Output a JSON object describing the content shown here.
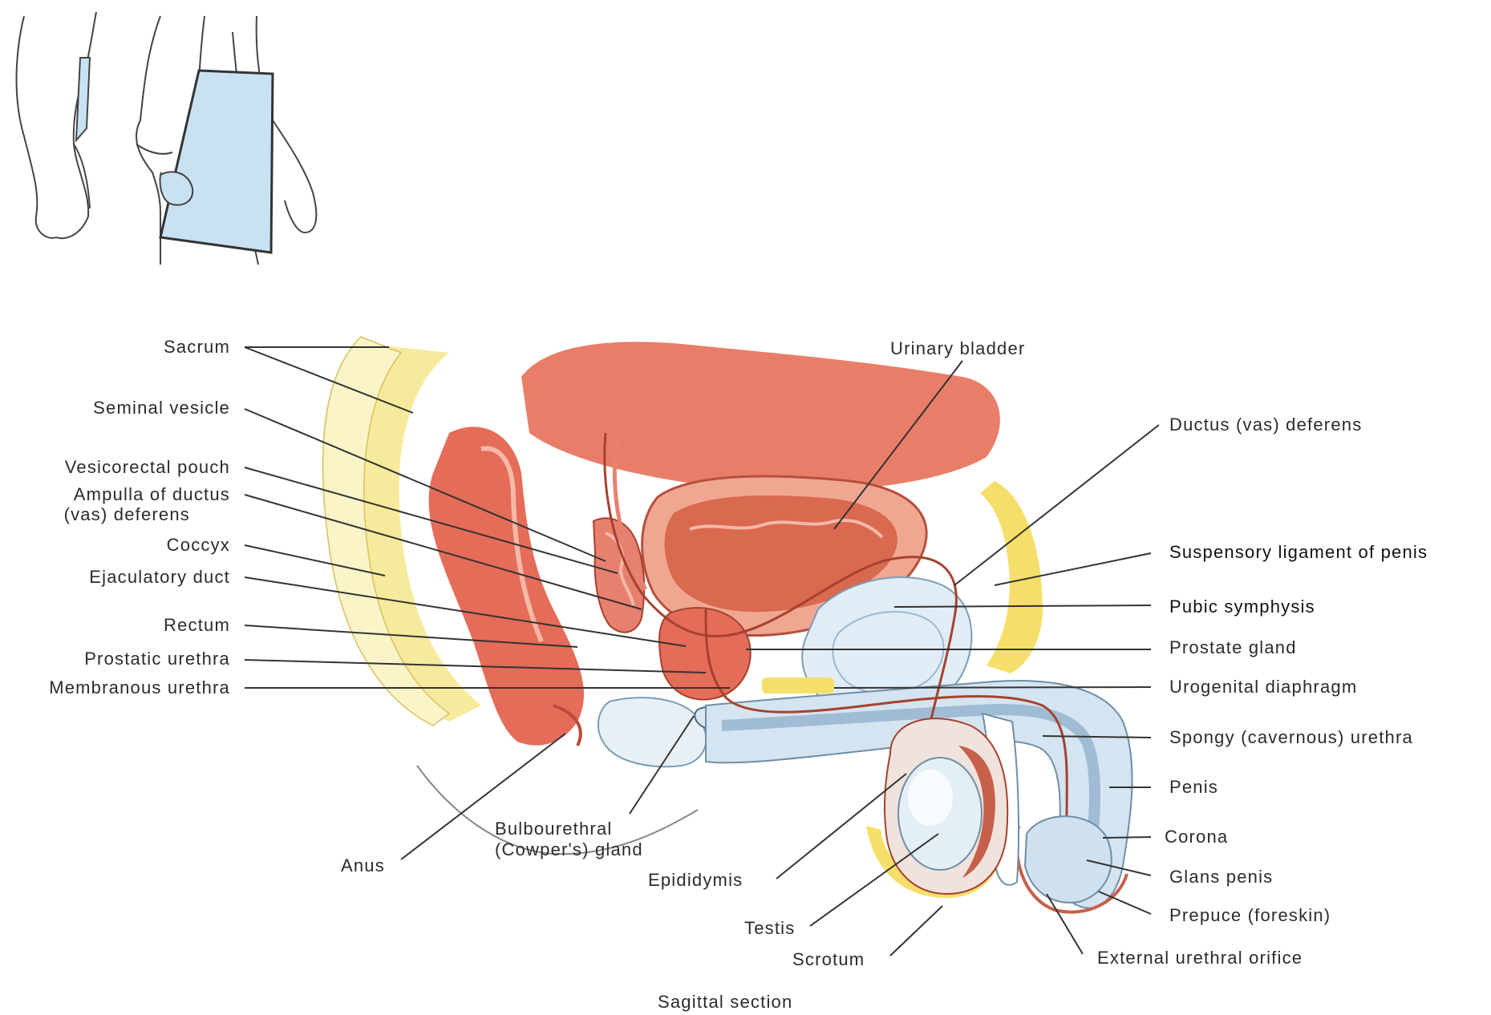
{
  "diagram": {
    "caption": "Sagittal section",
    "labels_left": [
      {
        "id": "sacrum",
        "text": "Sacrum"
      },
      {
        "id": "seminal-vesicle",
        "text": "Seminal vesicle"
      },
      {
        "id": "vesicorectal-pouch",
        "text": "Vesicorectal pouch"
      },
      {
        "id": "ampulla-1",
        "text": "Ampulla of ductus"
      },
      {
        "id": "ampulla-2",
        "text": "(vas) deferens"
      },
      {
        "id": "coccyx",
        "text": "Coccyx"
      },
      {
        "id": "ejaculatory-duct",
        "text": "Ejaculatory duct"
      },
      {
        "id": "rectum",
        "text": "Rectum"
      },
      {
        "id": "prostatic-urethra",
        "text": "Prostatic urethra"
      },
      {
        "id": "membranous-urethra",
        "text": "Membranous urethra"
      }
    ],
    "labels_right": [
      {
        "id": "urinary-bladder",
        "text": "Urinary bladder"
      },
      {
        "id": "ductus-deferens",
        "text": "Ductus (vas) deferens"
      },
      {
        "id": "suspensory-ligament",
        "text": "Suspensory ligament of penis"
      },
      {
        "id": "pubic-symphysis",
        "text": "Pubic symphysis"
      },
      {
        "id": "prostate-gland",
        "text": "Prostate gland"
      },
      {
        "id": "urogenital-diaphragm",
        "text": "Urogenital diaphragm"
      },
      {
        "id": "spongy-urethra",
        "text": "Spongy (cavernous) urethra"
      },
      {
        "id": "penis",
        "text": "Penis"
      },
      {
        "id": "corona",
        "text": "Corona"
      },
      {
        "id": "glans-penis",
        "text": "Glans penis"
      },
      {
        "id": "prepuce",
        "text": "Prepuce (foreskin)"
      },
      {
        "id": "external-urethral-orifice",
        "text": "External urethral orifice"
      }
    ],
    "labels_bottom": [
      {
        "id": "bulbourethral-1",
        "text": "Bulbourethral"
      },
      {
        "id": "bulbourethral-2",
        "text": "(Cowper's) gland"
      },
      {
        "id": "anus",
        "text": "Anus"
      },
      {
        "id": "epididymis",
        "text": "Epididymis"
      },
      {
        "id": "testis",
        "text": "Testis"
      },
      {
        "id": "scrotum",
        "text": "Scrotum"
      }
    ],
    "colors": {
      "muscle": "#e8806e",
      "muscle_light": "#f4b8a8",
      "fat": "#f5e27a",
      "fat_light": "#fbf2b8",
      "bone": "#cfe3f0",
      "spongy": "#bcd6ea",
      "plane": "#c8e2f4",
      "outline": "#444444"
    }
  }
}
